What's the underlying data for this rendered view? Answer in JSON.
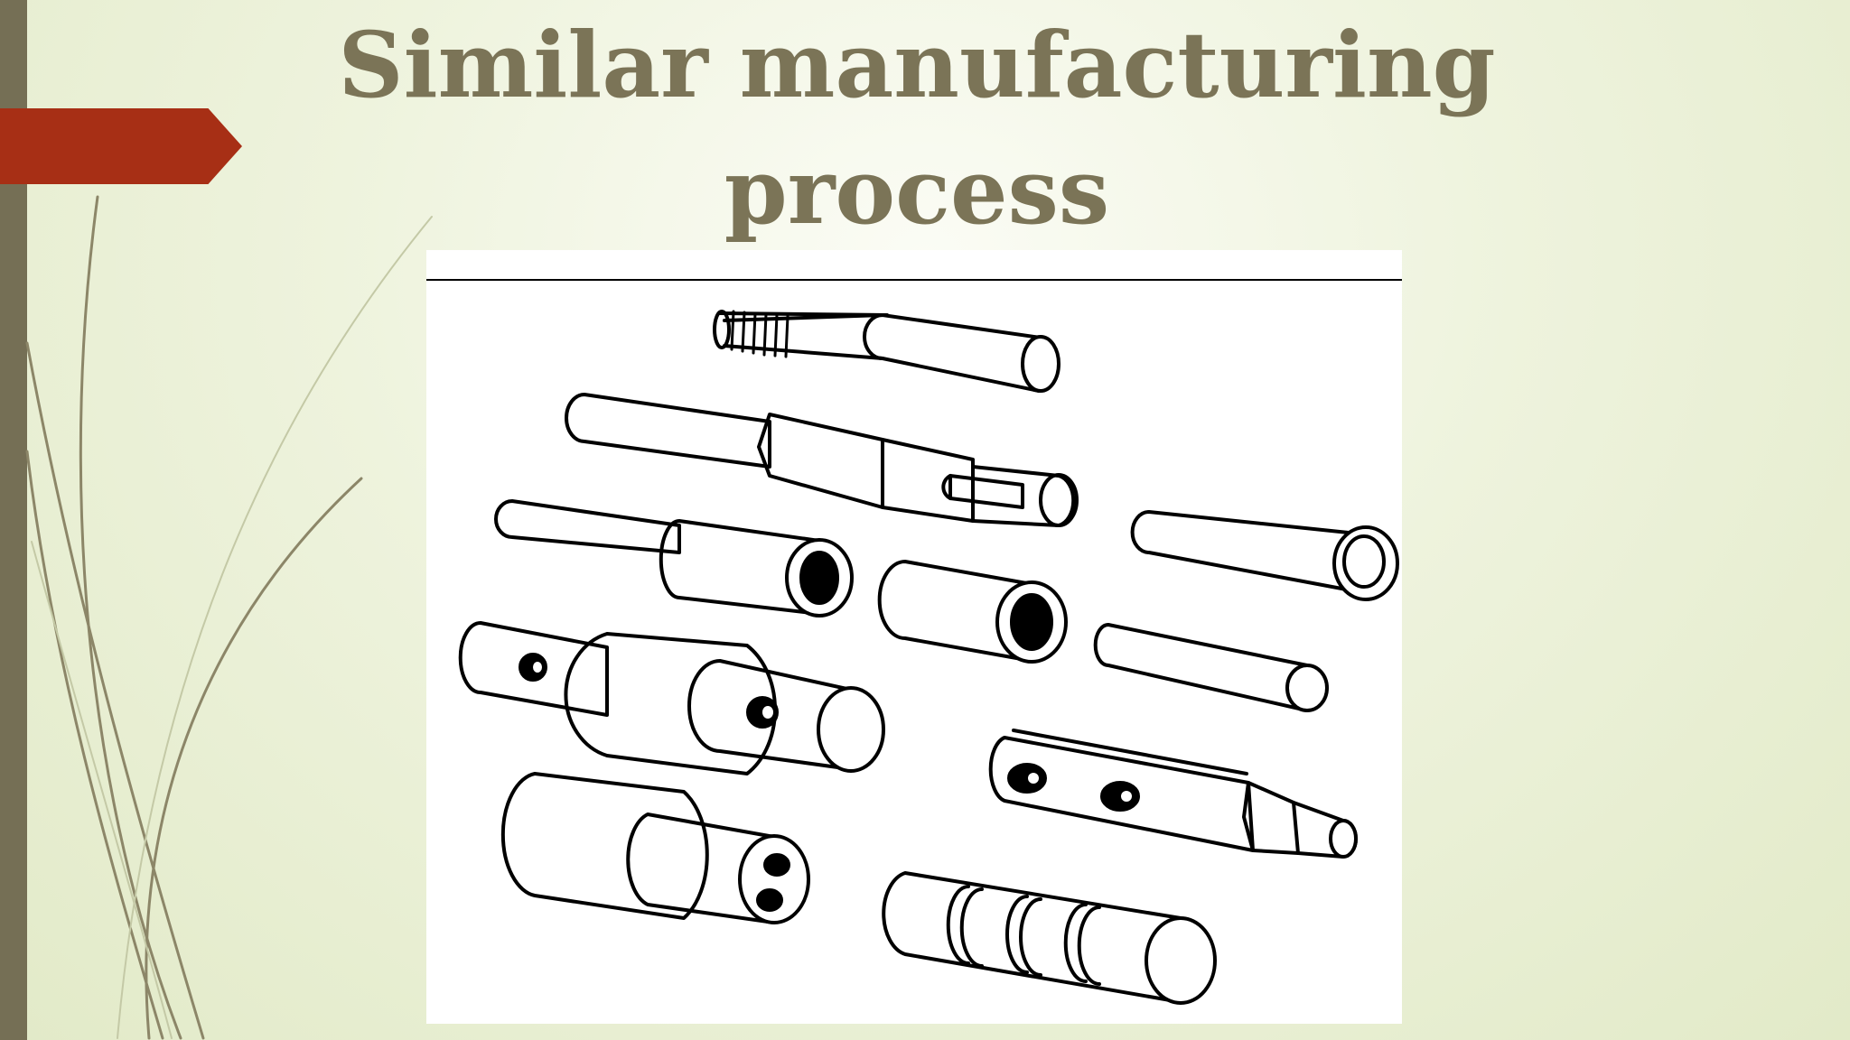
{
  "slide": {
    "title": "Similar manufacturing process"
  },
  "figure": {
    "description_icon": "machined-parts-illustration",
    "parts": [
      "threaded-rod",
      "shaft-with-hex-collar",
      "stepped-tube",
      "tapered-tube",
      "short-tube",
      "plain-pin",
      "stepped-shaft-with-holes",
      "flat-bar-with-tapered-end",
      "stepped-plug",
      "grooved-cylinder"
    ]
  },
  "colors": {
    "title": "#7b7457",
    "left_bar": "#756f55",
    "accent_tab": "#a72f15",
    "background": "#eef3dd"
  }
}
